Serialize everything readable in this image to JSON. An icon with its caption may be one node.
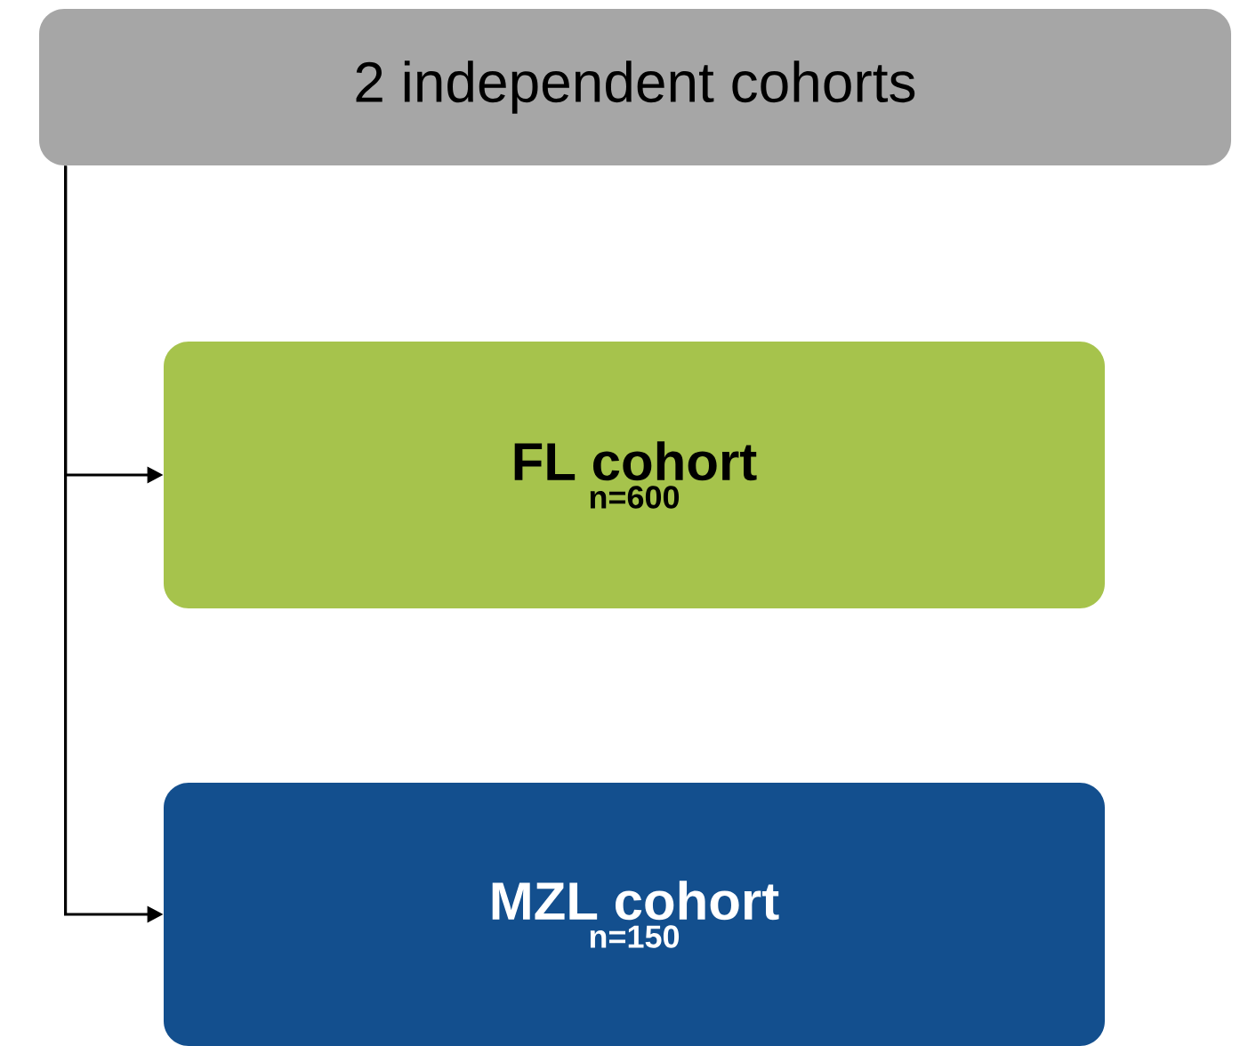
{
  "diagram": {
    "nodes": [
      {
        "text": [
          "2 independent cohorts"
        ]
      },
      {
        "text": [
          "FL cohort",
          "n=600"
        ]
      },
      {
        "text": [
          "MZL cohort",
          "n=150"
        ]
      }
    ],
    "edges": [
      {
        "from": 0,
        "to": 1,
        "arrow": "to"
      },
      {
        "from": 0,
        "to": 2,
        "arrow": "to"
      }
    ]
  }
}
